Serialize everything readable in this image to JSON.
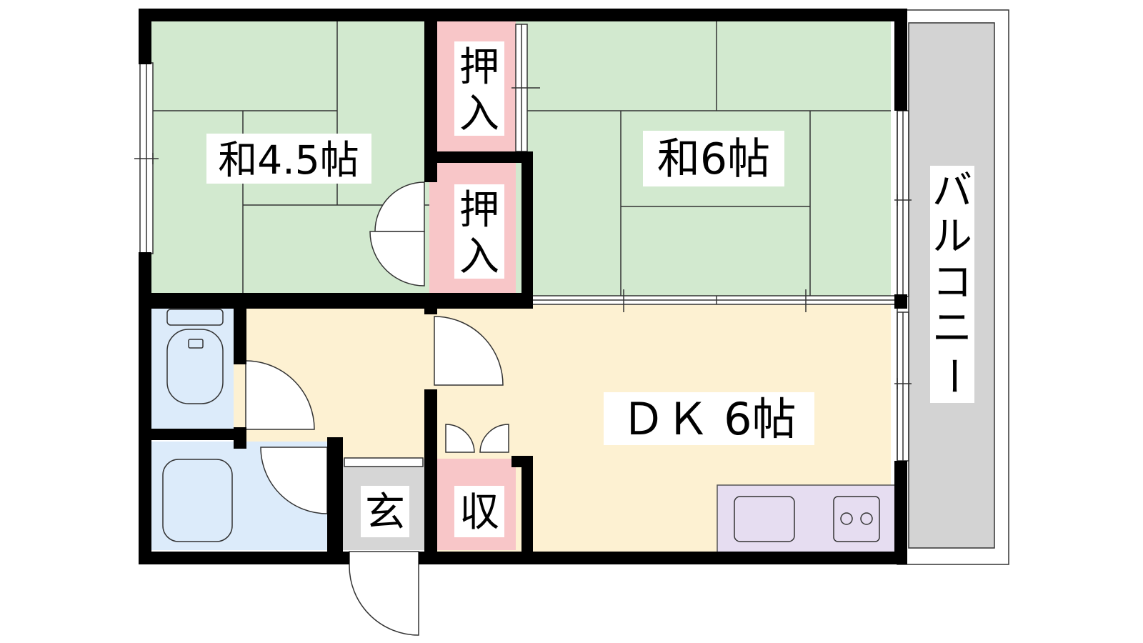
{
  "floorplan": {
    "rooms": {
      "washitsu_small": "和4.5帖",
      "washitsu_large": "和6帖",
      "dk": "ＤＫ 6帖",
      "oshiire_top": [
        "押",
        "入"
      ],
      "oshiire_bottom": [
        "押",
        "入"
      ],
      "genkan": "玄",
      "shuno": "収",
      "balcony": [
        "バ",
        "ル",
        "コ",
        "ニ",
        "ー"
      ]
    },
    "colors": {
      "tatami": "#d2e9cf",
      "dk_floor": "#fdf1d2",
      "closet": "#f8c6c8",
      "wet_area": "#dcebfa",
      "kitchen": "#e6ddf1",
      "entrance": "#d6d6d6",
      "balcony": "#d3d3d3",
      "wall": "#000000"
    },
    "icons": [
      "toilet-icon",
      "bathtub-icon",
      "sink-icon",
      "stove-icon"
    ]
  }
}
